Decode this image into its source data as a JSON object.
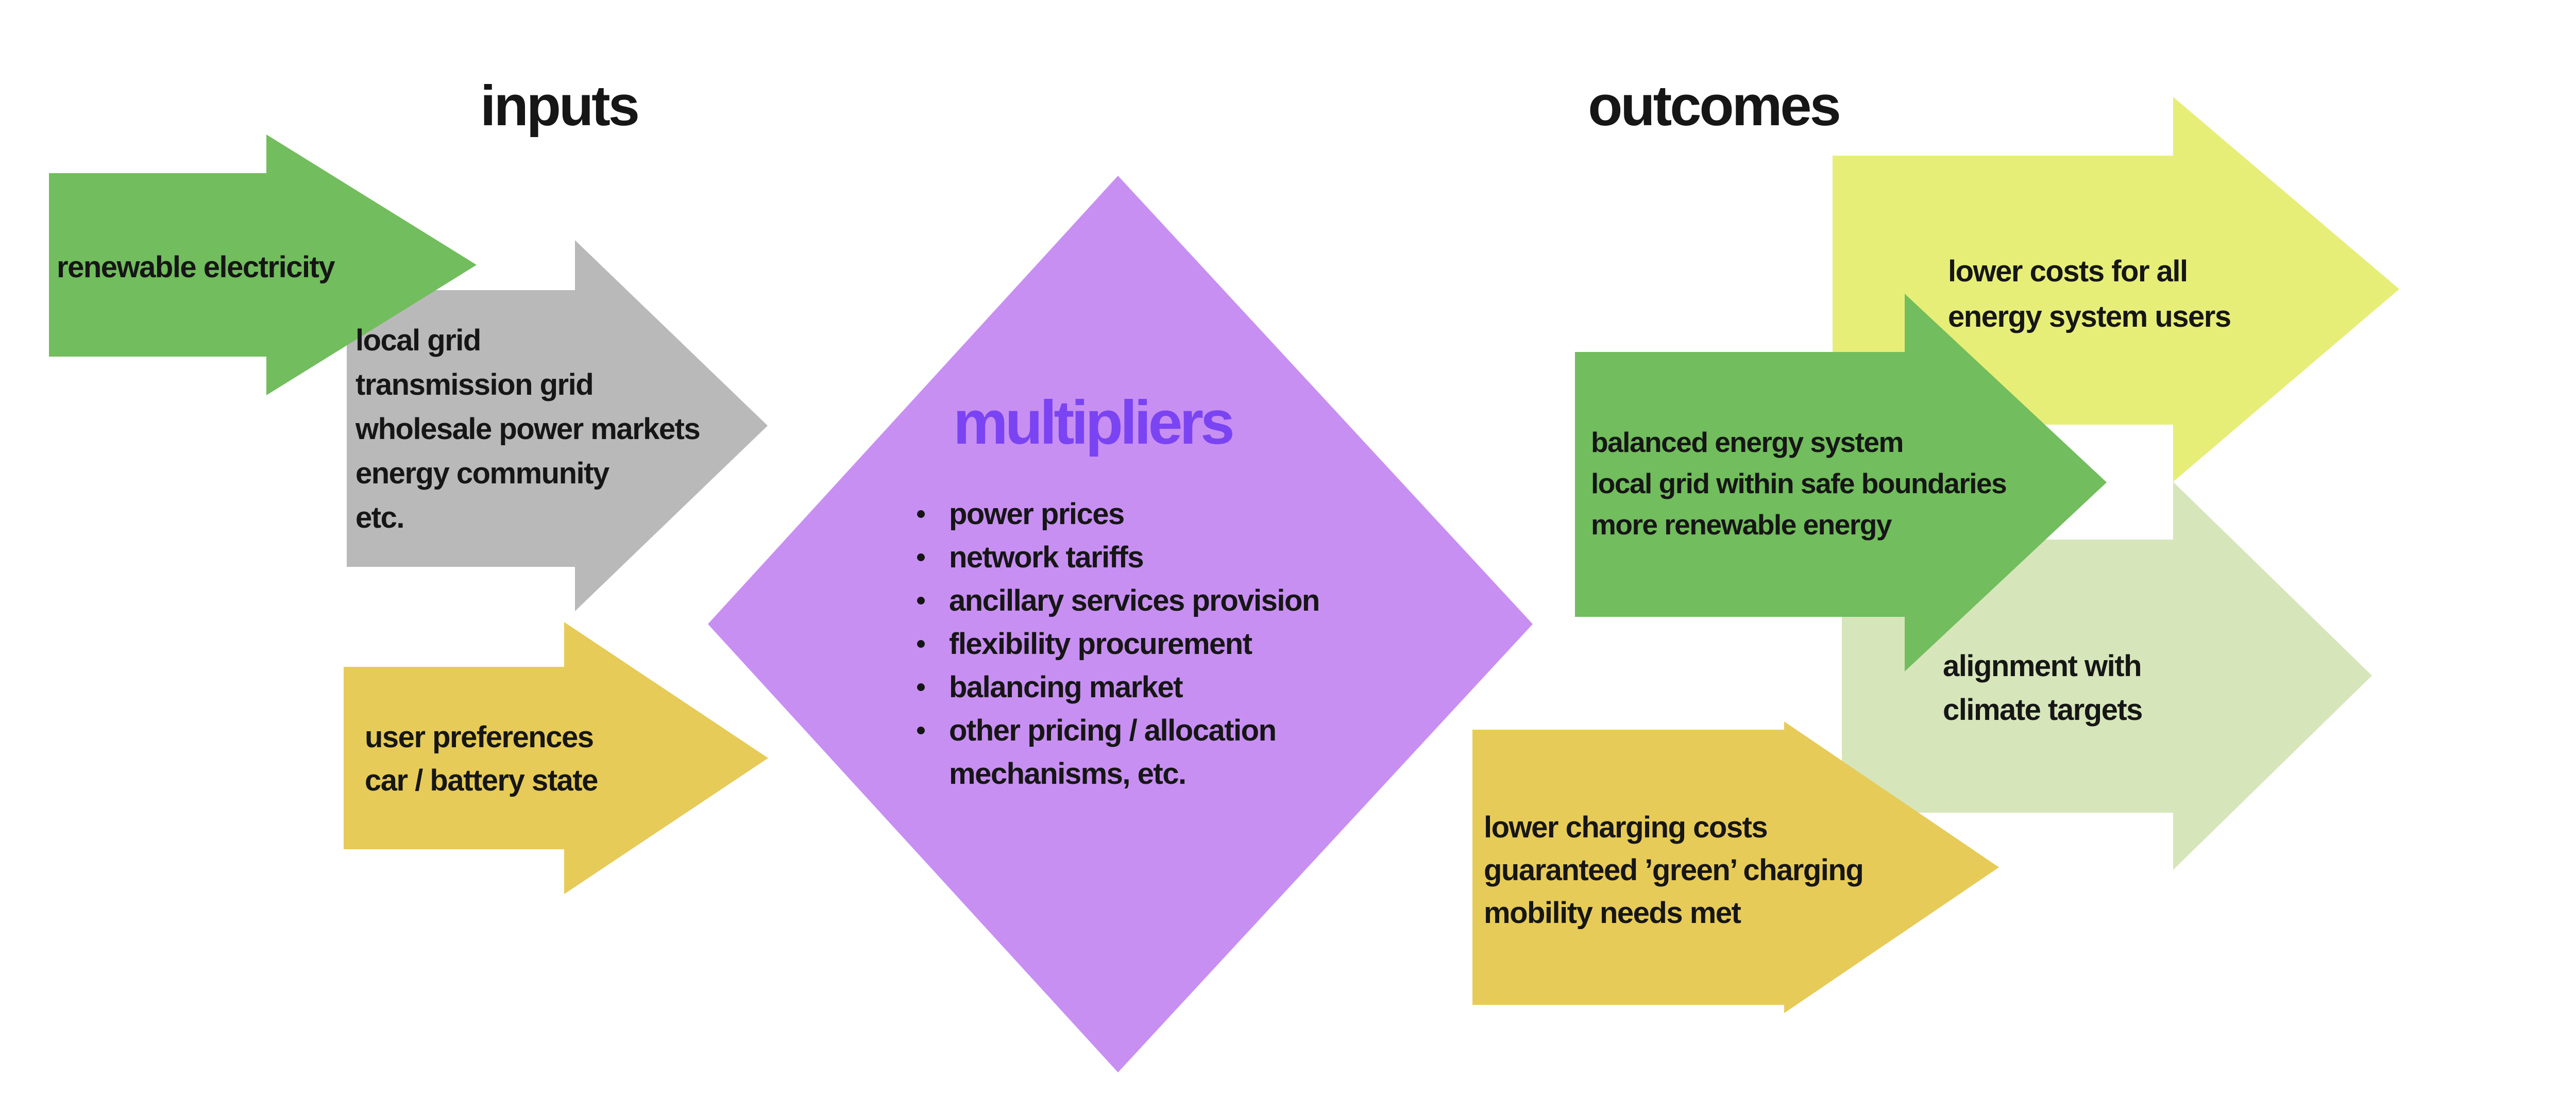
{
  "colors": {
    "green": "#72bd5d",
    "gray": "#b9b9b9",
    "mustard": "#e7cb58",
    "purple-fill": "#c88ff2",
    "purple-text": "#7a44f3",
    "lime": "#e6ee78",
    "pale-green": "#d6e6ba",
    "ink": "#161616"
  },
  "titles": {
    "inputs": "inputs",
    "outcomes": "outcomes"
  },
  "input_arrows": {
    "renewable": {
      "lines": [
        "renewable electricity"
      ]
    },
    "grid": {
      "lines": [
        "local grid",
        "transmission grid",
        "wholesale power markets",
        "energy community",
        "etc."
      ]
    },
    "user_state": {
      "lines": [
        "user preferences",
        "car / battery state"
      ]
    }
  },
  "multiplier": {
    "title": "multipliers",
    "bullet_lines": [
      "power prices",
      "network tariffs",
      "ancillary services provision",
      "flexibility procurement",
      "balancing market",
      "other pricing / allocation"
    ],
    "continuation": "mechanisms, etc."
  },
  "outcome_arrows": {
    "lower_costs": {
      "lines": [
        "lower costs for all",
        "energy system users"
      ]
    },
    "balanced": {
      "lines": [
        "balanced energy system",
        "local grid within safe boundaries",
        "more renewable energy"
      ]
    },
    "alignment": {
      "lines": [
        "alignment with",
        "climate targets"
      ]
    },
    "charging": {
      "lines": [
        "lower charging costs",
        "guaranteed ’green’ charging",
        "mobility needs met"
      ]
    }
  }
}
